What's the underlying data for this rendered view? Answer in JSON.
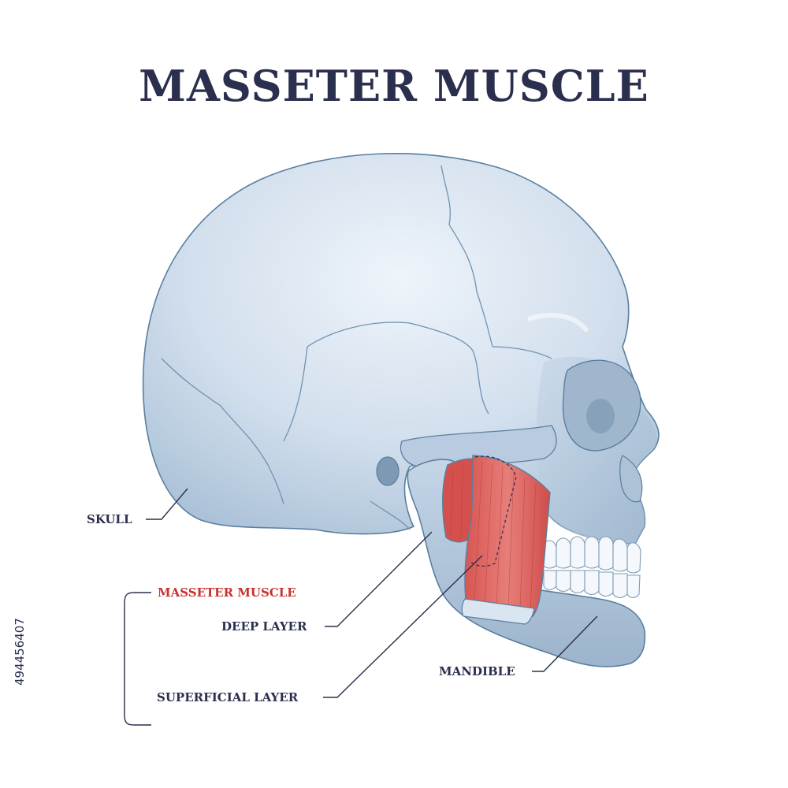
{
  "title": "MASSETER MUSCLE",
  "labels": {
    "skull": "SKULL",
    "group": "MASSETER MUSCLE",
    "deep_layer": "DEEP LAYER",
    "superficial_layer": "SUPERFICIAL LAYER",
    "mandible": "MANDIBLE"
  },
  "image_id": "494456407",
  "colors": {
    "title": "#2b2f4e",
    "accent_label": "#c8322e",
    "bone_light": "#e6eef7",
    "bone_mid": "#c4d4e6",
    "bone_dark": "#9db4cc",
    "muscle": "#d9605c",
    "muscle_light": "#ec8f8b",
    "teeth": "#f4f7fb"
  }
}
